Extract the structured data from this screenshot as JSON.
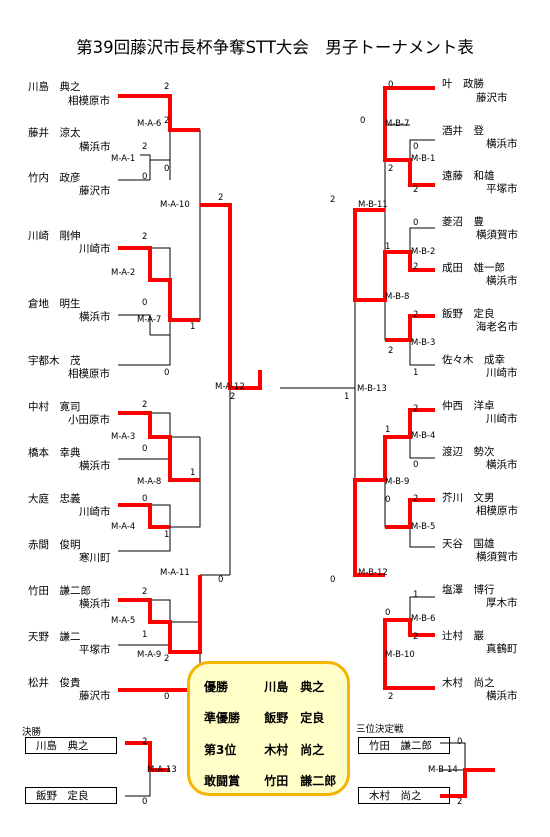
{
  "title": "第39回藤沢市長杯争奪STT大会　男子トーナメント表",
  "colors": {
    "winner_line": "#ff0000",
    "line": "#000000",
    "award_border": "#f5b400",
    "award_bg": "#ffffc7"
  },
  "left_players": [
    {
      "name": "川島　典之",
      "team": "相模原市"
    },
    {
      "name": "藤井　涼太",
      "team": "横浜市"
    },
    {
      "name": "竹内　政彦",
      "team": "藤沢市"
    },
    {
      "name": "川崎　剛伸",
      "team": "川崎市"
    },
    {
      "name": "倉地　明生",
      "team": "横浜市"
    },
    {
      "name": "宇都木　茂",
      "team": "相模原市"
    },
    {
      "name": "中村　寛司",
      "team": "小田原市"
    },
    {
      "name": "橋本　幸典",
      "team": "横浜市"
    },
    {
      "name": "大庭　忠義",
      "team": "川崎市"
    },
    {
      "name": "赤間　俊明",
      "team": "寒川町"
    },
    {
      "name": "竹田　謙二郎",
      "team": "横浜市"
    },
    {
      "name": "天野　謙二",
      "team": "平塚市"
    },
    {
      "name": "松井　俊貴",
      "team": "藤沢市"
    }
  ],
  "right_players": [
    {
      "name": "叶　政勝",
      "team": "藤沢市"
    },
    {
      "name": "酒井　登",
      "team": "横浜市"
    },
    {
      "name": "遠藤　和雄",
      "team": "平塚市"
    },
    {
      "name": "菱沼　豊",
      "team": "横須賀市"
    },
    {
      "name": "成田　雄一郎",
      "team": "横浜市"
    },
    {
      "name": "飯野　定良",
      "team": "海老名市"
    },
    {
      "name": "佐々木　成幸",
      "team": "川崎市"
    },
    {
      "name": "仲西　洋卓",
      "team": "川崎市"
    },
    {
      "name": "渡辺　勢次",
      "team": "横浜市"
    },
    {
      "name": "芥川　文男",
      "team": "相模原市"
    },
    {
      "name": "天谷　国雄",
      "team": "横須賀市"
    },
    {
      "name": "塩澤　博行",
      "team": "厚木市"
    },
    {
      "name": "辻村　巖",
      "team": "真鶴町"
    },
    {
      "name": "木村　尚之",
      "team": "横浜市"
    }
  ],
  "match_labels": {
    "a1": "M-A-1",
    "a2": "M-A-2",
    "a3": "M-A-3",
    "a4": "M-A-4",
    "a5": "M-A-5",
    "a6": "M-A-6",
    "a7": "M-A-7",
    "a8": "M-A-8",
    "a9": "M-A-9",
    "a10": "M-A-10",
    "a11": "M-A-11",
    "a12": "M-A-12",
    "a13": "M-A-13",
    "b1": "M-B-1",
    "b2": "M-B-2",
    "b3": "M-B-3",
    "b4": "M-B-4",
    "b5": "M-B-5",
    "b6": "M-B-6",
    "b7": "M-B-7",
    "b8": "M-B-8",
    "b9": "M-B-9",
    "b10": "M-B-10",
    "b11": "M-B-11",
    "b12": "M-B-12",
    "b13": "M-B-13",
    "b14": "M-B-14"
  },
  "scores": {
    "l0": "2",
    "l1a": "2",
    "l1b": "2",
    "l2": "0",
    "l1c": "0",
    "l3": "2",
    "l4": "0",
    "l4b": "1",
    "l5": "0",
    "l6": "2",
    "l7": "0",
    "l8": "1",
    "l9": "0",
    "l8b": "1",
    "l10": "2",
    "l11": "1",
    "l12": "0",
    "l10b": "2",
    "la10": "2",
    "la11": "0",
    "la12": "2",
    "r0": "0",
    "r0b": "0",
    "r1": "0",
    "r2": "2",
    "r1b": "2",
    "r3": "0",
    "r4": "1",
    "r4b": "2",
    "r5": "2",
    "r6": "1",
    "r5b": "2",
    "r11": "2",
    "r8": "2",
    "r9": "1",
    "r9b": "0",
    "r10": "0",
    "r10b": "2",
    "r12": "1",
    "r13": "0",
    "r12b": "2",
    "r14": "2",
    "rb13": "1",
    "rb12": "0"
  },
  "final_section": {
    "label": "決勝",
    "p1": "川島　典之",
    "p2": "飯野　定良",
    "s1": "2",
    "s2": "0"
  },
  "third_section": {
    "label": "三位決定戦",
    "p1": "竹田　謙二郎",
    "p2": "木村　尚之",
    "s1": "0",
    "s2": "2"
  },
  "awards": [
    {
      "title": "優勝",
      "name": "川島　典之"
    },
    {
      "title": "準優勝",
      "name": "飯野　定良"
    },
    {
      "title": "第3位",
      "name": "木村　尚之"
    },
    {
      "title": "敢闘賞",
      "name": "竹田　謙二郎"
    }
  ]
}
